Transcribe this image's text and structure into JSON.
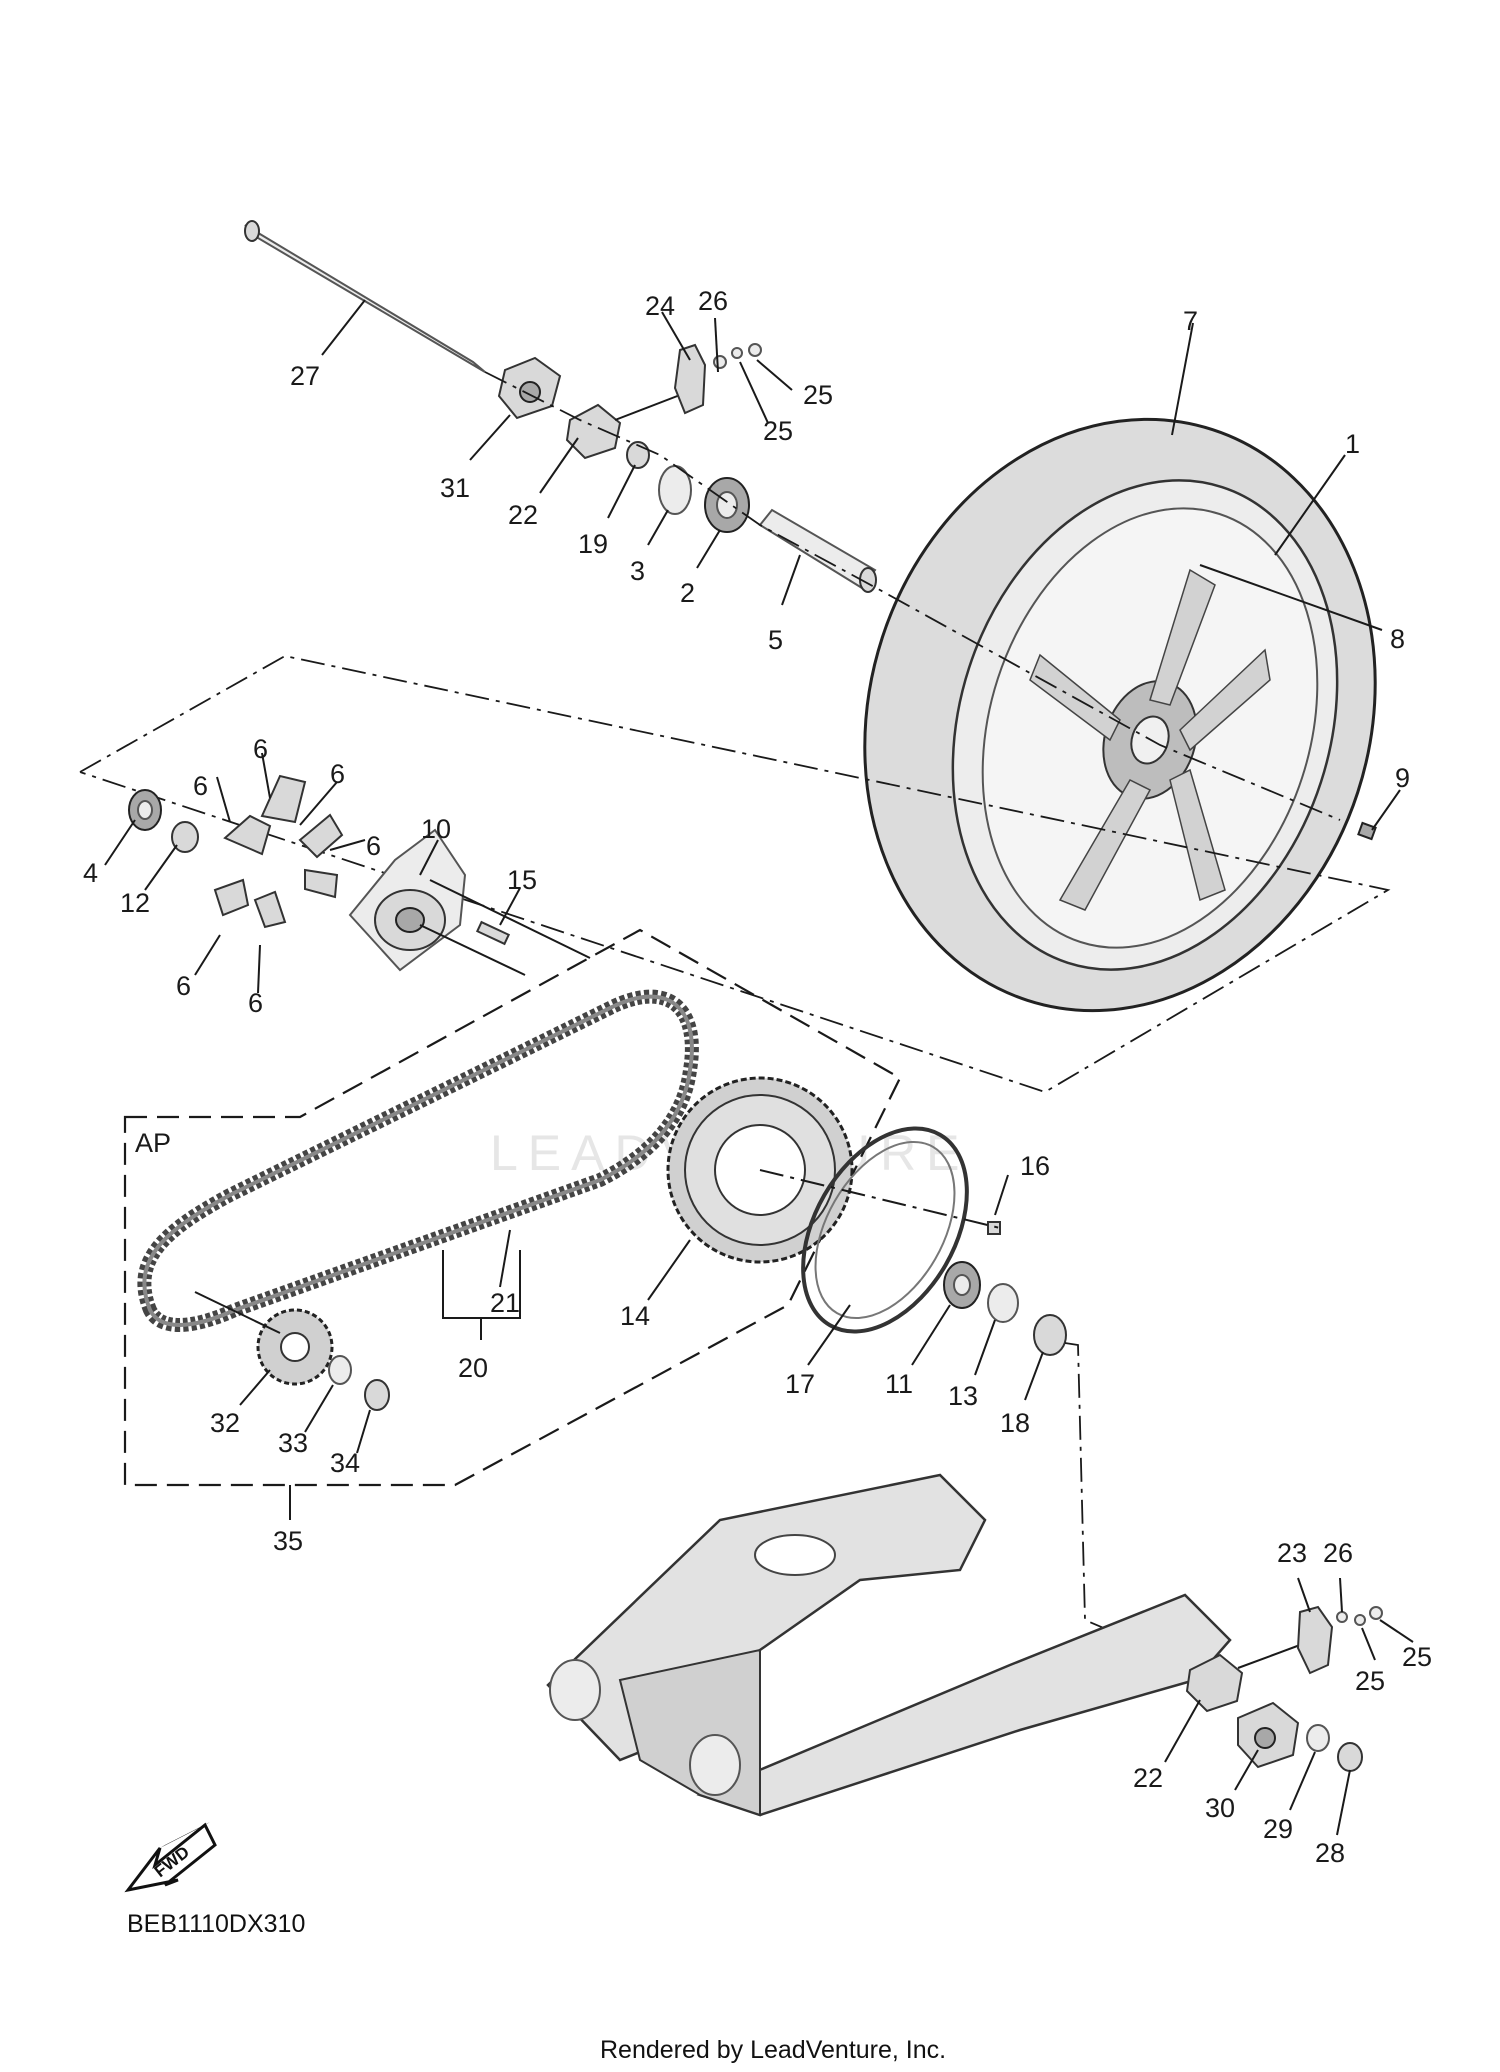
{
  "diagram": {
    "callouts": [
      {
        "id": "c27",
        "text": "27"
      },
      {
        "id": "c24",
        "text": "24"
      },
      {
        "id": "c26a",
        "text": "26"
      },
      {
        "id": "c25a",
        "text": "25"
      },
      {
        "id": "c25b",
        "text": "25"
      },
      {
        "id": "c7",
        "text": "7"
      },
      {
        "id": "c1",
        "text": "1"
      },
      {
        "id": "c31",
        "text": "31"
      },
      {
        "id": "c22a",
        "text": "22"
      },
      {
        "id": "c19",
        "text": "19"
      },
      {
        "id": "c3",
        "text": "3"
      },
      {
        "id": "c2",
        "text": "2"
      },
      {
        "id": "c5",
        "text": "5"
      },
      {
        "id": "c8",
        "text": "8"
      },
      {
        "id": "c9",
        "text": "9"
      },
      {
        "id": "c6a",
        "text": "6"
      },
      {
        "id": "c6b",
        "text": "6"
      },
      {
        "id": "c6c",
        "text": "6"
      },
      {
        "id": "c6d",
        "text": "6"
      },
      {
        "id": "c6e",
        "text": "6"
      },
      {
        "id": "c6f",
        "text": "6"
      },
      {
        "id": "c10",
        "text": "10"
      },
      {
        "id": "c15",
        "text": "15"
      },
      {
        "id": "c4",
        "text": "4"
      },
      {
        "id": "c12",
        "text": "12"
      },
      {
        "id": "c16",
        "text": "16"
      },
      {
        "id": "c14",
        "text": "14"
      },
      {
        "id": "c21",
        "text": "21"
      },
      {
        "id": "c20",
        "text": "20"
      },
      {
        "id": "c17",
        "text": "17"
      },
      {
        "id": "c11",
        "text": "11"
      },
      {
        "id": "c13",
        "text": "13"
      },
      {
        "id": "c18",
        "text": "18"
      },
      {
        "id": "c32",
        "text": "32"
      },
      {
        "id": "c33",
        "text": "33"
      },
      {
        "id": "c34",
        "text": "34"
      },
      {
        "id": "c35",
        "text": "35"
      },
      {
        "id": "c23",
        "text": "23"
      },
      {
        "id": "c26b",
        "text": "26"
      },
      {
        "id": "c25c",
        "text": "25"
      },
      {
        "id": "c25d",
        "text": "25"
      },
      {
        "id": "c22b",
        "text": "22"
      },
      {
        "id": "c30",
        "text": "30"
      },
      {
        "id": "c29",
        "text": "29"
      },
      {
        "id": "c28",
        "text": "28"
      }
    ],
    "group_label": "AP",
    "direction_label": "FWD",
    "diagram_code": "BEB1110DX310",
    "watermark": "LEADVENTURE"
  },
  "footer": {
    "credit": "Rendered by LeadVenture, Inc."
  }
}
